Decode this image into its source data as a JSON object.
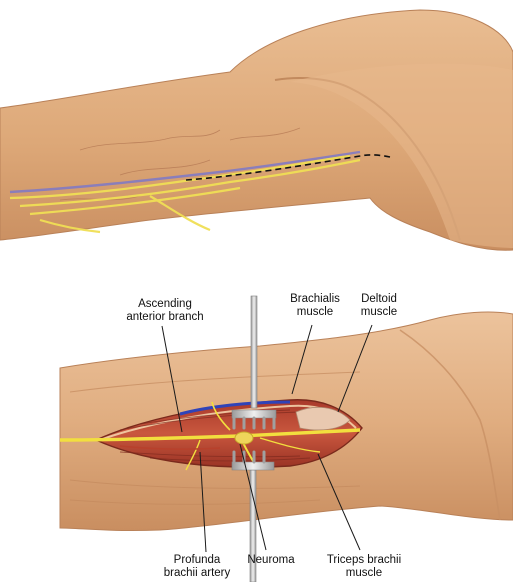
{
  "labels": {
    "ascending_anterior_branch": {
      "line1": "Ascending",
      "line2": "anterior branch"
    },
    "brachialis_muscle": {
      "line1": "Brachialis",
      "line2": "muscle"
    },
    "deltoid_muscle": {
      "line1": "Deltoid",
      "line2": "muscle"
    },
    "profunda_brachii_artery": {
      "line1": "Profunda",
      "line2": "brachii artery"
    },
    "neuroma": {
      "line1": "Neuroma"
    },
    "triceps_brachii_muscle": {
      "line1": "Triceps brachii",
      "line2": "muscle"
    }
  },
  "colors": {
    "skin": "#e2b084",
    "skin_shadow": "#c98e60",
    "skin_light": "#f2cfa8",
    "muscle": "#c4503a",
    "muscle_dark": "#8e2f22",
    "nerve": "#f2df3e",
    "vein": "#2f43b8",
    "retractor": "#c7c7c7",
    "leader": "#1a1a1a"
  }
}
